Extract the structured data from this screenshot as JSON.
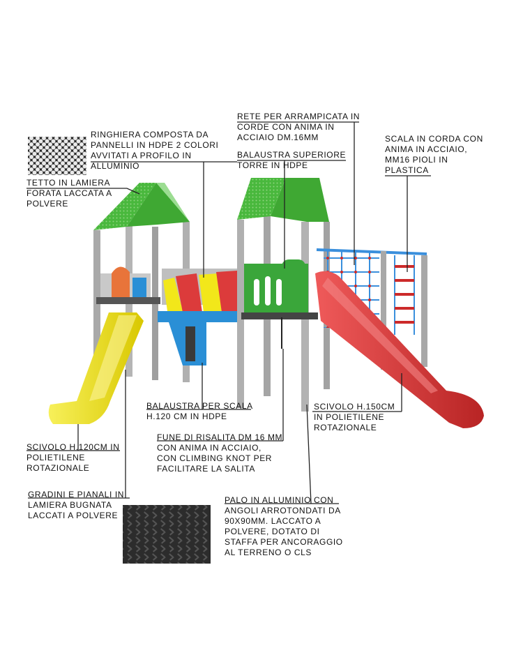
{
  "colors": {
    "roof_green": "#49b83d",
    "post_grey": "#a9a9a9",
    "slide_yellow": "#f2e71a",
    "slide_red": "#dc3b3b",
    "panel_blue": "#2a8fd6",
    "panel_orange": "#e8743a",
    "panel_green": "#3aa63a",
    "net_blue": "#3a8fdc",
    "net_red": "#cc2a2a"
  },
  "callouts": [
    {
      "id": "ringhiera",
      "icon": "perforated-sheet-swatch",
      "lines": [
        "RINGHIERA COMPOSTA DA",
        "PANNELLI IN HDPE 2 COLORI",
        "AVVITATI A PROFILO IN",
        "ALLUMINIO"
      ]
    },
    {
      "id": "tetto",
      "lines": [
        "TETTO IN LAMIERA",
        "FORATA LACCATA A",
        "POLVERE"
      ]
    },
    {
      "id": "rete",
      "lines": [
        "RETE PER ARRAMPICATA IN",
        "CORDE CON ANIMA IN",
        "ACCIAIO DM.16MM"
      ]
    },
    {
      "id": "balaustra_sup",
      "lines": [
        "BALAUSTRA SUPERIORE",
        "TORRE IN HDPE"
      ]
    },
    {
      "id": "scala_corda",
      "lines": [
        "SCALA IN CORDA CON",
        "ANIMA IN ACCIAIO,",
        "MM16 PIOLI IN",
        "PLASTICA"
      ]
    },
    {
      "id": "balaustra_scala",
      "lines": [
        "BALAUSTRA PER SCALA",
        "H.120 CM IN HDPE"
      ]
    },
    {
      "id": "scivolo_150",
      "lines": [
        "SCIVOLO H.150CM",
        "IN POLIETILENE",
        "ROTAZIONALE"
      ]
    },
    {
      "id": "fune",
      "lines": [
        "FUNE DI RISALITA DM 16 MM",
        "CON ANIMA IN ACCIAIO,",
        "CON CLIMBING KNOT PER",
        "FACILITARE LA SALITA"
      ]
    },
    {
      "id": "scivolo_120",
      "lines": [
        "SCIVOLO H.120CM IN",
        "POLIETILENE",
        "ROTAZIONALE"
      ]
    },
    {
      "id": "gradini",
      "icon": "diamond-plate-swatch",
      "lines": [
        "GRADINI E PIANALI IN",
        "LAMIERA BUGNATA",
        "LACCATI A POLVERE"
      ]
    },
    {
      "id": "palo",
      "lines": [
        "PALO IN ALLUMINIO CON",
        "ANGOLI ARROTONDATI DA",
        "90X90MM. LACCATO A",
        "POLVERE, DOTATO DI",
        "STAFFA PER ANCORAGGIO",
        "AL TERRENO O CLS"
      ]
    }
  ]
}
